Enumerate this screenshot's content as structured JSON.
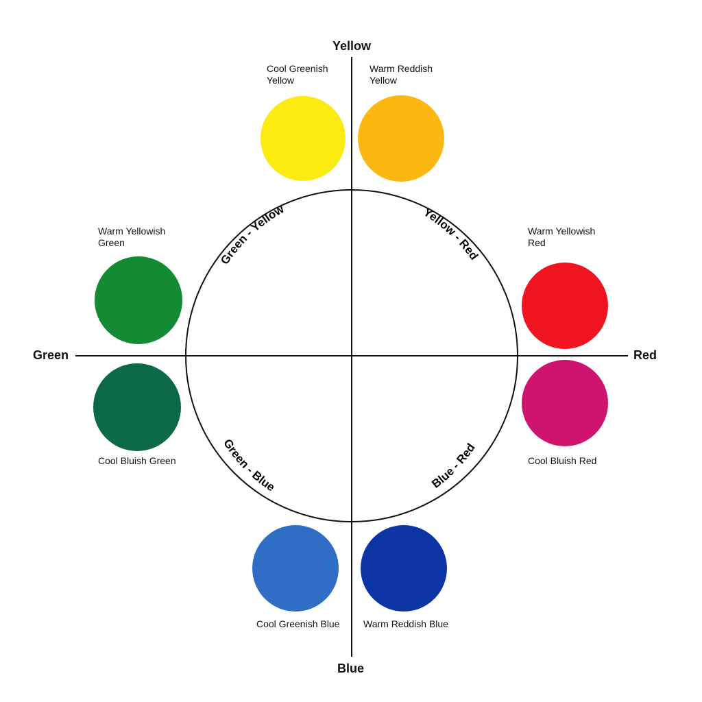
{
  "axes": {
    "top": "Yellow",
    "bottom": "Blue",
    "left": "Green",
    "right": "Red"
  },
  "quadrants": {
    "upper_left": "Green - Yellow",
    "upper_right": "Yellow - Red",
    "lower_left": "Green - Blue",
    "lower_right": "Blue - Red"
  },
  "swatches": {
    "cool_greenish_yellow": {
      "line1": "Cool Greenish",
      "line2": "Yellow",
      "color": "#fbeb12"
    },
    "warm_reddish_yellow": {
      "line1": "Warm Reddish",
      "line2": "Yellow",
      "color": "#fdb712"
    },
    "warm_yellowish_green": {
      "line1": "Warm Yellowish",
      "line2": "Green",
      "color": "#138a33"
    },
    "warm_yellowish_red": {
      "line1": "Warm Yellowish",
      "line2": "Red",
      "color": "#ee1520"
    },
    "cool_bluish_green": {
      "line1": "Cool Bluish Green",
      "color": "#0b6a45"
    },
    "cool_bluish_red": {
      "line1": "Cool Bluish Red",
      "color": "#cf1470"
    },
    "cool_greenish_blue": {
      "line1": "Cool Greenish Blue",
      "color": "#2f6ec4"
    },
    "warm_reddish_blue": {
      "line1": "Warm Reddish Blue",
      "color": "#0c35a3"
    }
  }
}
